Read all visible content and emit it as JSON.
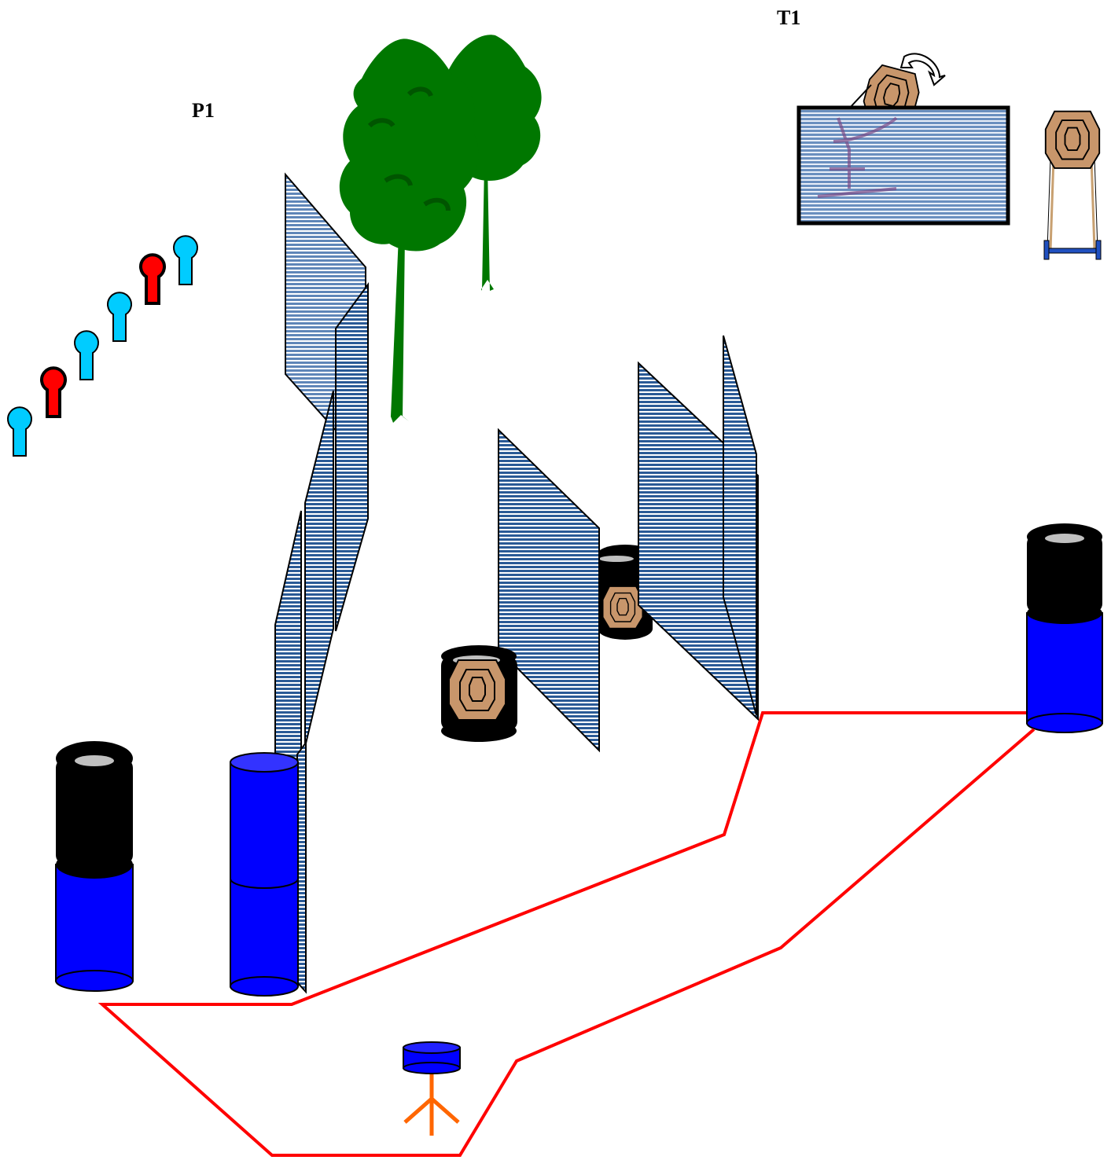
{
  "labels": {
    "popper_group": "P1",
    "turning_target": "T1"
  },
  "colors": {
    "fault_line": "#ff0000",
    "barrel_blue": "#0000ff",
    "tire_black": "#000000",
    "wall_blue": "#1f4e8c",
    "cardboard": "#c8966b",
    "popper_noshoot": "#ff0000",
    "popper_shoot": "#00ccff",
    "tree": "#007700",
    "tripod": "#ff6600"
  },
  "icons": {
    "rotate": "rotate-arrow-icon",
    "tree": "tree-icon",
    "popper": "popper-icon",
    "target": "cardboard-target-icon"
  },
  "poppers": [
    {
      "kind": "shoot"
    },
    {
      "kind": "no-shoot"
    },
    {
      "kind": "shoot"
    },
    {
      "kind": "shoot"
    },
    {
      "kind": "no-shoot"
    },
    {
      "kind": "shoot"
    }
  ]
}
